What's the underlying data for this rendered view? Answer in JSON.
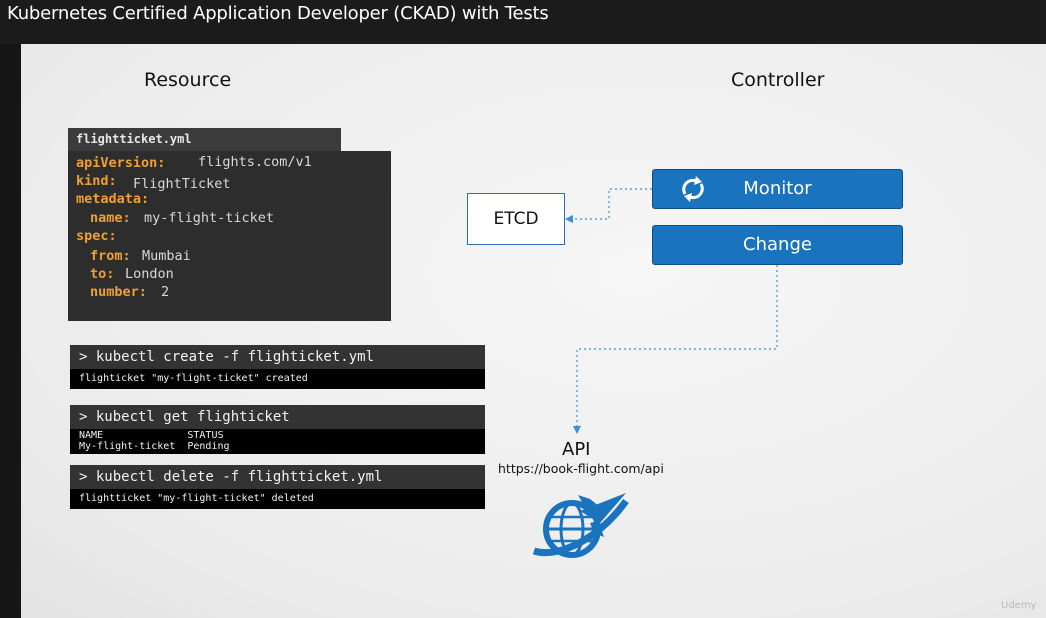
{
  "window": {
    "title": "Kubernetes Certified Application Developer (CKAD) with Tests"
  },
  "slide": {
    "resource_heading": "Resource",
    "controller_heading": "Controller",
    "yaml": {
      "filename": "flightticket.yml",
      "lines": [
        {
          "key": "apiVersion:",
          "value": "flights.com/v1"
        },
        {
          "key": "kind:",
          "value": "FlightTicket"
        },
        {
          "key": "metadata:",
          "value": ""
        },
        {
          "key": "name:",
          "value": "my-flight-ticket"
        },
        {
          "key": "spec:",
          "value": ""
        },
        {
          "key": "from:",
          "value": "Mumbai"
        },
        {
          "key": "to:",
          "value": "London"
        },
        {
          "key": "number:",
          "value": "2"
        }
      ]
    },
    "terminals": [
      {
        "command": "> kubectl create -f flighticket.yml",
        "output": [
          "flighticket \"my-flight-ticket\" created"
        ]
      },
      {
        "command": "> kubectl get flighticket",
        "output": [
          "NAME              STATUS",
          "My-flight-ticket  Pending"
        ]
      },
      {
        "command": "> kubectl delete -f flightticket.yml",
        "output": [
          "flightticket \"my-flight-ticket\" deleted"
        ]
      }
    ],
    "etcd_label": "ETCD",
    "monitor_label": "Monitor",
    "change_label": "Change",
    "api_label": "API",
    "api_url": "https://book-flight.com/api",
    "watermark": "Udemy",
    "icons": {
      "monitor": "sync-icon",
      "api": "globe-airplane-icon"
    },
    "colors": {
      "button_blue": "#1a73be",
      "yaml_key": "#f0a030",
      "connector": "#3a8fd6"
    }
  }
}
